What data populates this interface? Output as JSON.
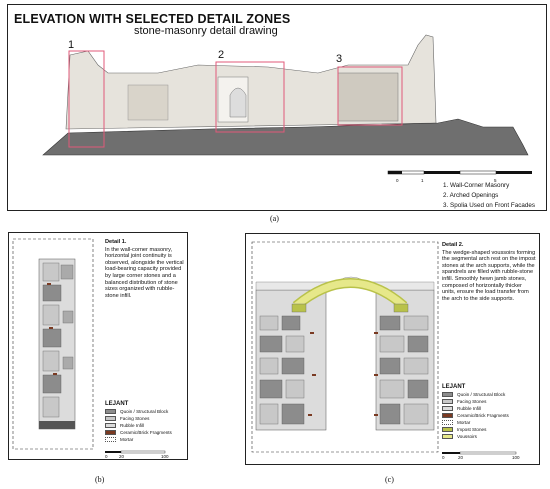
{
  "figure": {
    "panel_a": {
      "title": "ELEVATION WITH SELECTED DETAIL ZONES",
      "subtitle": "stone-masonry detail drawing",
      "zones": [
        "1",
        "2",
        "3"
      ],
      "legend": [
        "1.  Wall-Corner Masonry",
        "2. Arched Openings",
        "3. Spolia Used on Front Facades"
      ],
      "scale": [
        "0",
        "1",
        "5"
      ],
      "caption": "(a)"
    },
    "panel_b": {
      "heading": "Detail 1.",
      "text": "In the wall-corner masonry, horizontal joint continuity is observed, alongside the vertical load-bearing capacity provided by large corner stones and a balanced distribution of stone sizes organized with rubble-stone infill.",
      "legend_title": "LEJANT",
      "legend": [
        "Quoin / Structural Block",
        "Facing Stones",
        "Rubble Infill",
        "Ceramic/Brick Fragments",
        "Mortar"
      ],
      "scale": [
        "0",
        "20",
        "100"
      ],
      "caption": "(b)"
    },
    "panel_c": {
      "heading": "Detail 2.",
      "text": "The wedge-shaped voussoirs forming the segmental arch rest on the impost stones at the arch supports, while the spandrels are filled with rubble-stone infill. Smoothly hewn jamb stones, composed of horizontally thicker units, ensure the load transfer from the arch to the side supports.",
      "legend_title": "LEJANT",
      "legend": [
        "Quoin / Structural Block",
        "Facing Stones",
        "Rubble Infill",
        "Ceramic/Brick Fragments",
        "Mortar",
        "Impost Stones",
        "Voussoirs"
      ],
      "scale": [
        "0",
        "20",
        "100"
      ],
      "caption": "(c)"
    }
  },
  "colors": {
    "quoin": "#8c8c8c",
    "facing": "#c8c8c8",
    "rubble": "#dcdcdc",
    "ceramic": "#7a3a22",
    "impost": "#b9c24a",
    "voussoir": "#e6e88a",
    "highlight": "#e05a7a"
  }
}
